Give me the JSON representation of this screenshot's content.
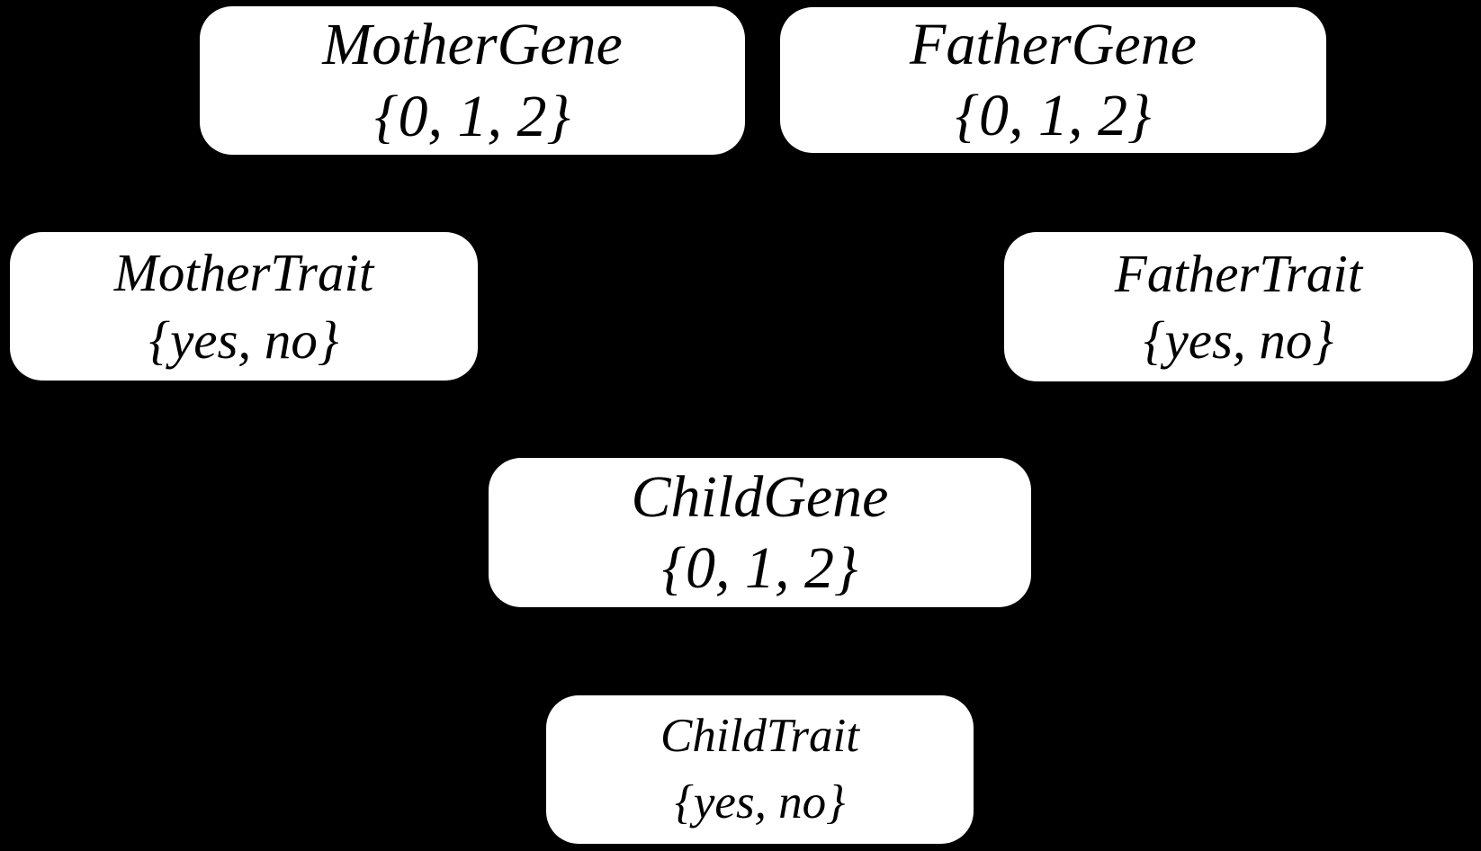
{
  "diagram": {
    "colors": {
      "background": "#000000",
      "node_fill": "#ffffff",
      "node_text": "#000000"
    },
    "nodes": [
      {
        "name": "MotherGene",
        "domain": "{0, 1, 2}"
      },
      {
        "name": "FatherGene",
        "domain": "{0, 1, 2}"
      },
      {
        "name": "MotherTrait",
        "domain": "{yes, no}"
      },
      {
        "name": "FatherTrait",
        "domain": "{yes, no}"
      },
      {
        "name": "ChildGene",
        "domain": "{0, 1, 2}"
      },
      {
        "name": "ChildTrait",
        "domain": "{yes, no}"
      }
    ]
  }
}
